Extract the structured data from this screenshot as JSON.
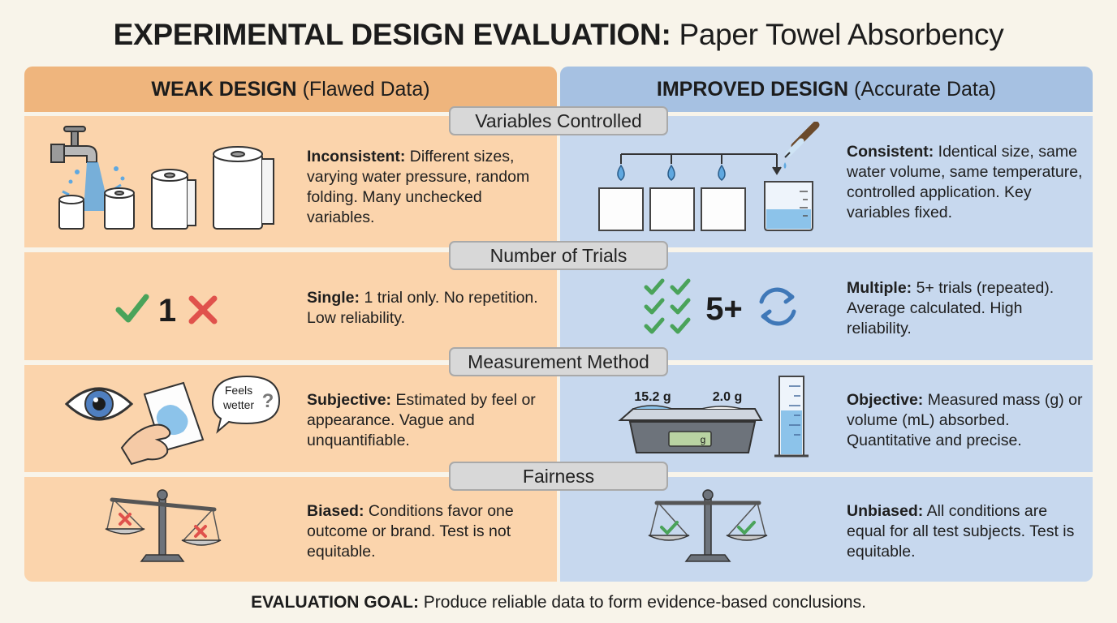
{
  "title": {
    "bold": "EXPERIMENTAL DESIGN EVALUATION:",
    "rest": "Paper Towel Absorbency"
  },
  "columns": {
    "weak": {
      "bold": "WEAK DESIGN",
      "rest": "(Flawed Data)"
    },
    "improved": {
      "bold": "IMPROVED DESIGN",
      "rest": "(Accurate Data)"
    }
  },
  "criteria": [
    {
      "label": "Variables Controlled",
      "weak": {
        "bold": "Inconsistent:",
        "text": "Different sizes, varying water pressure, random folding. Many unchecked variables."
      },
      "improved": {
        "bold": "Consistent:",
        "text": "Identical size, same water volume, same temperature, controlled application. Key variables fixed."
      }
    },
    {
      "label": "Number of Trials",
      "weak": {
        "bold": "Single:",
        "text": "1 trial only. No repetition. Low reliability."
      },
      "improved": {
        "bold": "Multiple:",
        "text": "5+ trials (repeated). Average calculated. High reliability."
      }
    },
    {
      "label": "Measurement Method",
      "weak": {
        "bold": "Subjective:",
        "text": "Estimated by feel or appearance. Vague and unquantifiable."
      },
      "improved": {
        "bold": "Objective:",
        "text": "Measured mass (g) or volume (mL) absorbed. Quantitative and precise."
      }
    },
    {
      "label": "Fairness",
      "weak": {
        "bold": "Biased:",
        "text": "Conditions favor one outcome or brand. Test is not equitable."
      },
      "improved": {
        "bold": "Unbiased:",
        "text": "All conditions are equal for all test subjects. Test is equitable."
      }
    }
  ],
  "art": {
    "trials_single": "1",
    "trials_multiple": "5+",
    "speech_line1": "Feels",
    "speech_line2": "wetter",
    "speech_mark": "?",
    "scale_left_reading": "15.2 g",
    "scale_right_reading": "2.0 g",
    "scale_display_unit": "g"
  },
  "footer": {
    "bold": "EVALUATION GOAL:",
    "rest": "Produce reliable data to form evidence-based conclusions."
  },
  "colors": {
    "weak_header": "#efb57d",
    "weak_panel": "#fbd4ac",
    "improved_header": "#a6c1e2",
    "improved_panel": "#c7d8ee",
    "check_green": "#4aa35a",
    "cross_red": "#e0524c",
    "water_blue": "#5fa8e0"
  }
}
